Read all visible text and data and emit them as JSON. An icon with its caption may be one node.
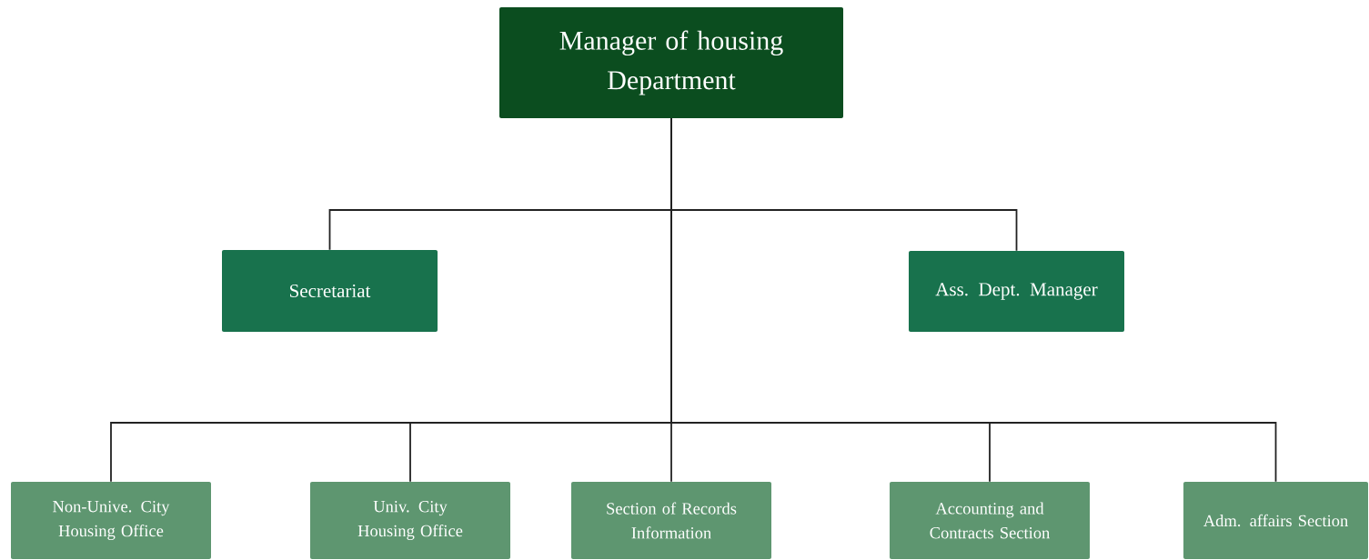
{
  "diagram": {
    "nodes": [
      {
        "text": [
          "Manager of housing Department"
        ]
      },
      {
        "text": [
          "Secretariat"
        ]
      },
      {
        "text": [
          "Ass. Dept. Manager"
        ]
      },
      {
        "text": [
          "Non-Unive. City Housing Office"
        ]
      },
      {
        "text": [
          "Univ. City Housing Office"
        ]
      },
      {
        "text": [
          "Section of Records Information"
        ]
      },
      {
        "text": [
          "Accounting and Contracts Section"
        ]
      },
      {
        "text": [
          "Adm. affairs Section"
        ]
      }
    ],
    "edges": [
      {
        "from": 0,
        "to": 1,
        "arrow": "none"
      },
      {
        "from": 0,
        "to": 2,
        "arrow": "none"
      },
      {
        "from": 0,
        "to": 3,
        "arrow": "none"
      },
      {
        "from": 0,
        "to": 4,
        "arrow": "none"
      },
      {
        "from": 0,
        "to": 5,
        "arrow": "none"
      },
      {
        "from": 0,
        "to": 6,
        "arrow": "none"
      },
      {
        "from": 0,
        "to": 7,
        "arrow": "none"
      }
    ]
  }
}
